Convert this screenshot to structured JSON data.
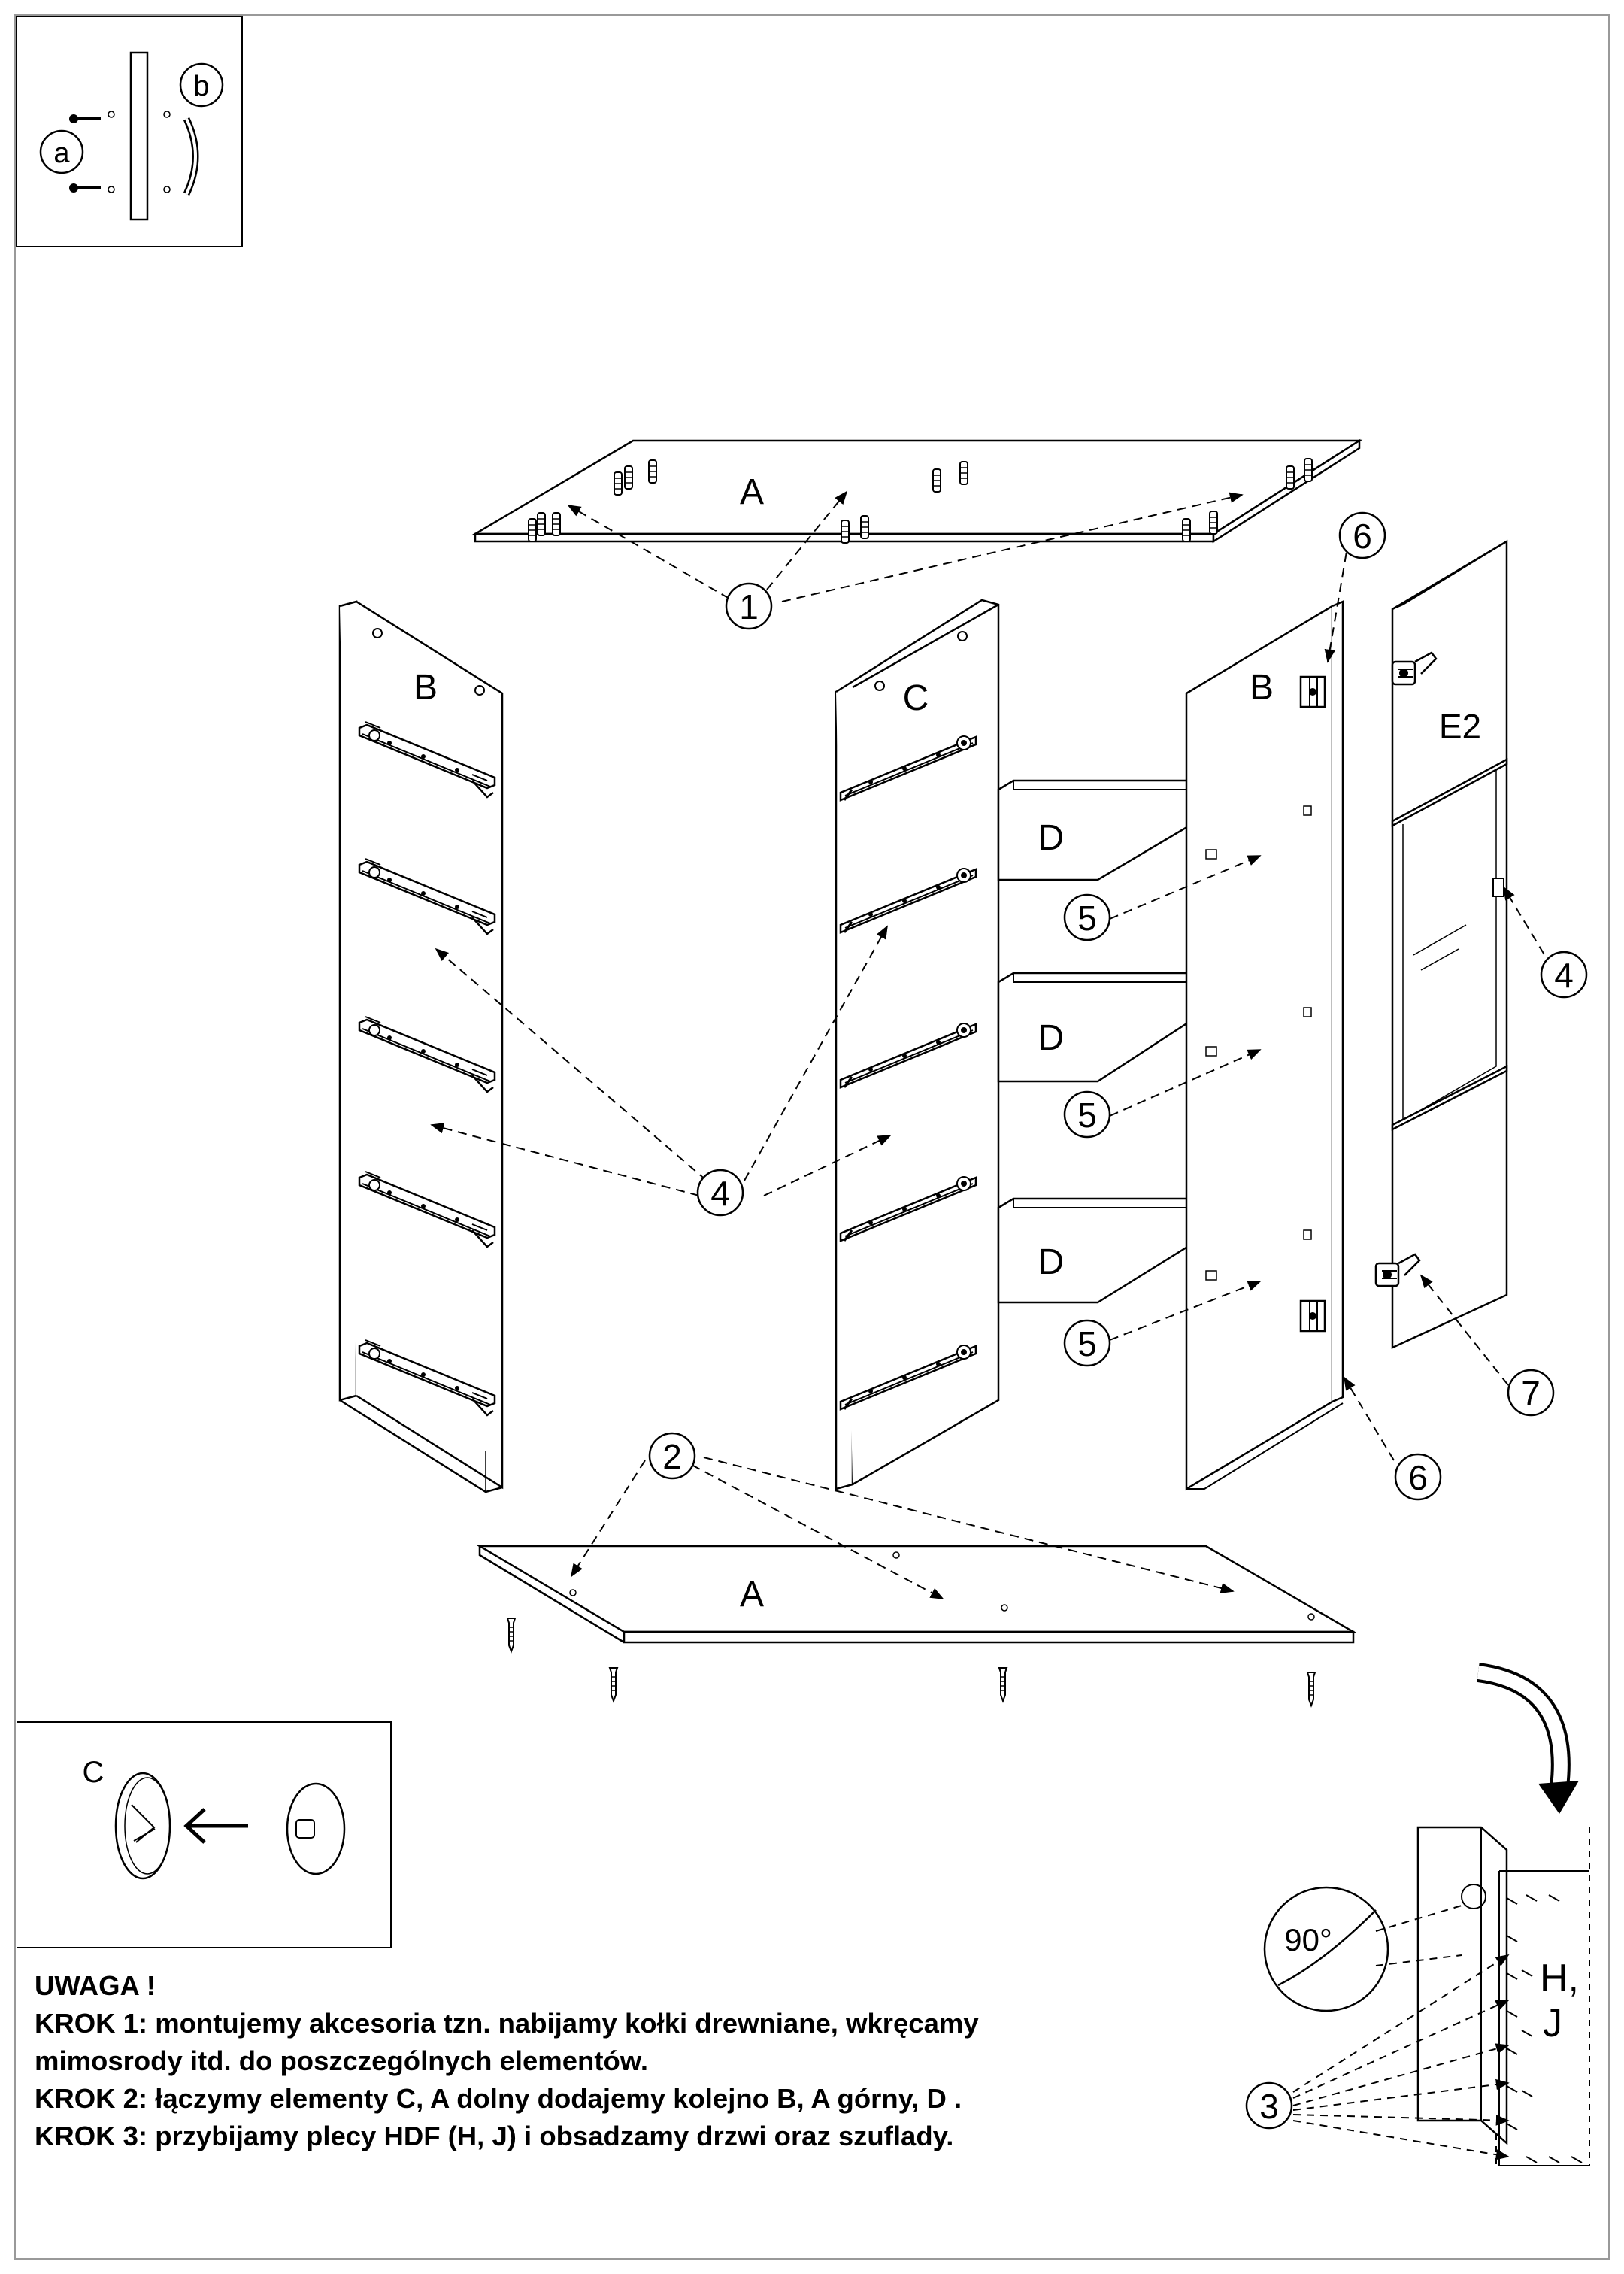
{
  "labels": {
    "panel_a_top": "A",
    "panel_a_bottom": "A",
    "panel_b_left": "B",
    "panel_c": "C",
    "panel_b_right": "B",
    "door": "E2",
    "shelves": [
      "D",
      "D",
      "D"
    ],
    "backboard": "H,\nJ",
    "angle": "90°",
    "inset_a": "a",
    "inset_b": "b",
    "inset_c": "C"
  },
  "callouts": {
    "c1": "1",
    "c2": "2",
    "c3": "3",
    "c4_mid": "4",
    "c4_right": "4",
    "c5": [
      "5",
      "5",
      "5"
    ],
    "c6_top": "6",
    "c6_bottom": "6",
    "c7": "7"
  },
  "notes": {
    "heading": "UWAGA !",
    "step1a": "KROK 1: montujemy akcesoria tzn. nabijamy kołki drewniane, wkręcamy",
    "step1b": "mimosrody itd. do poszczególnych elementów.",
    "step2": "KROK 2: łączymy elementy C, A dolny dodajemy kolejno B, A górny, D .",
    "step3": "KROK 3: przybijamy plecy HDF (H, J) i obsadzamy drzwi oraz szuflady."
  }
}
